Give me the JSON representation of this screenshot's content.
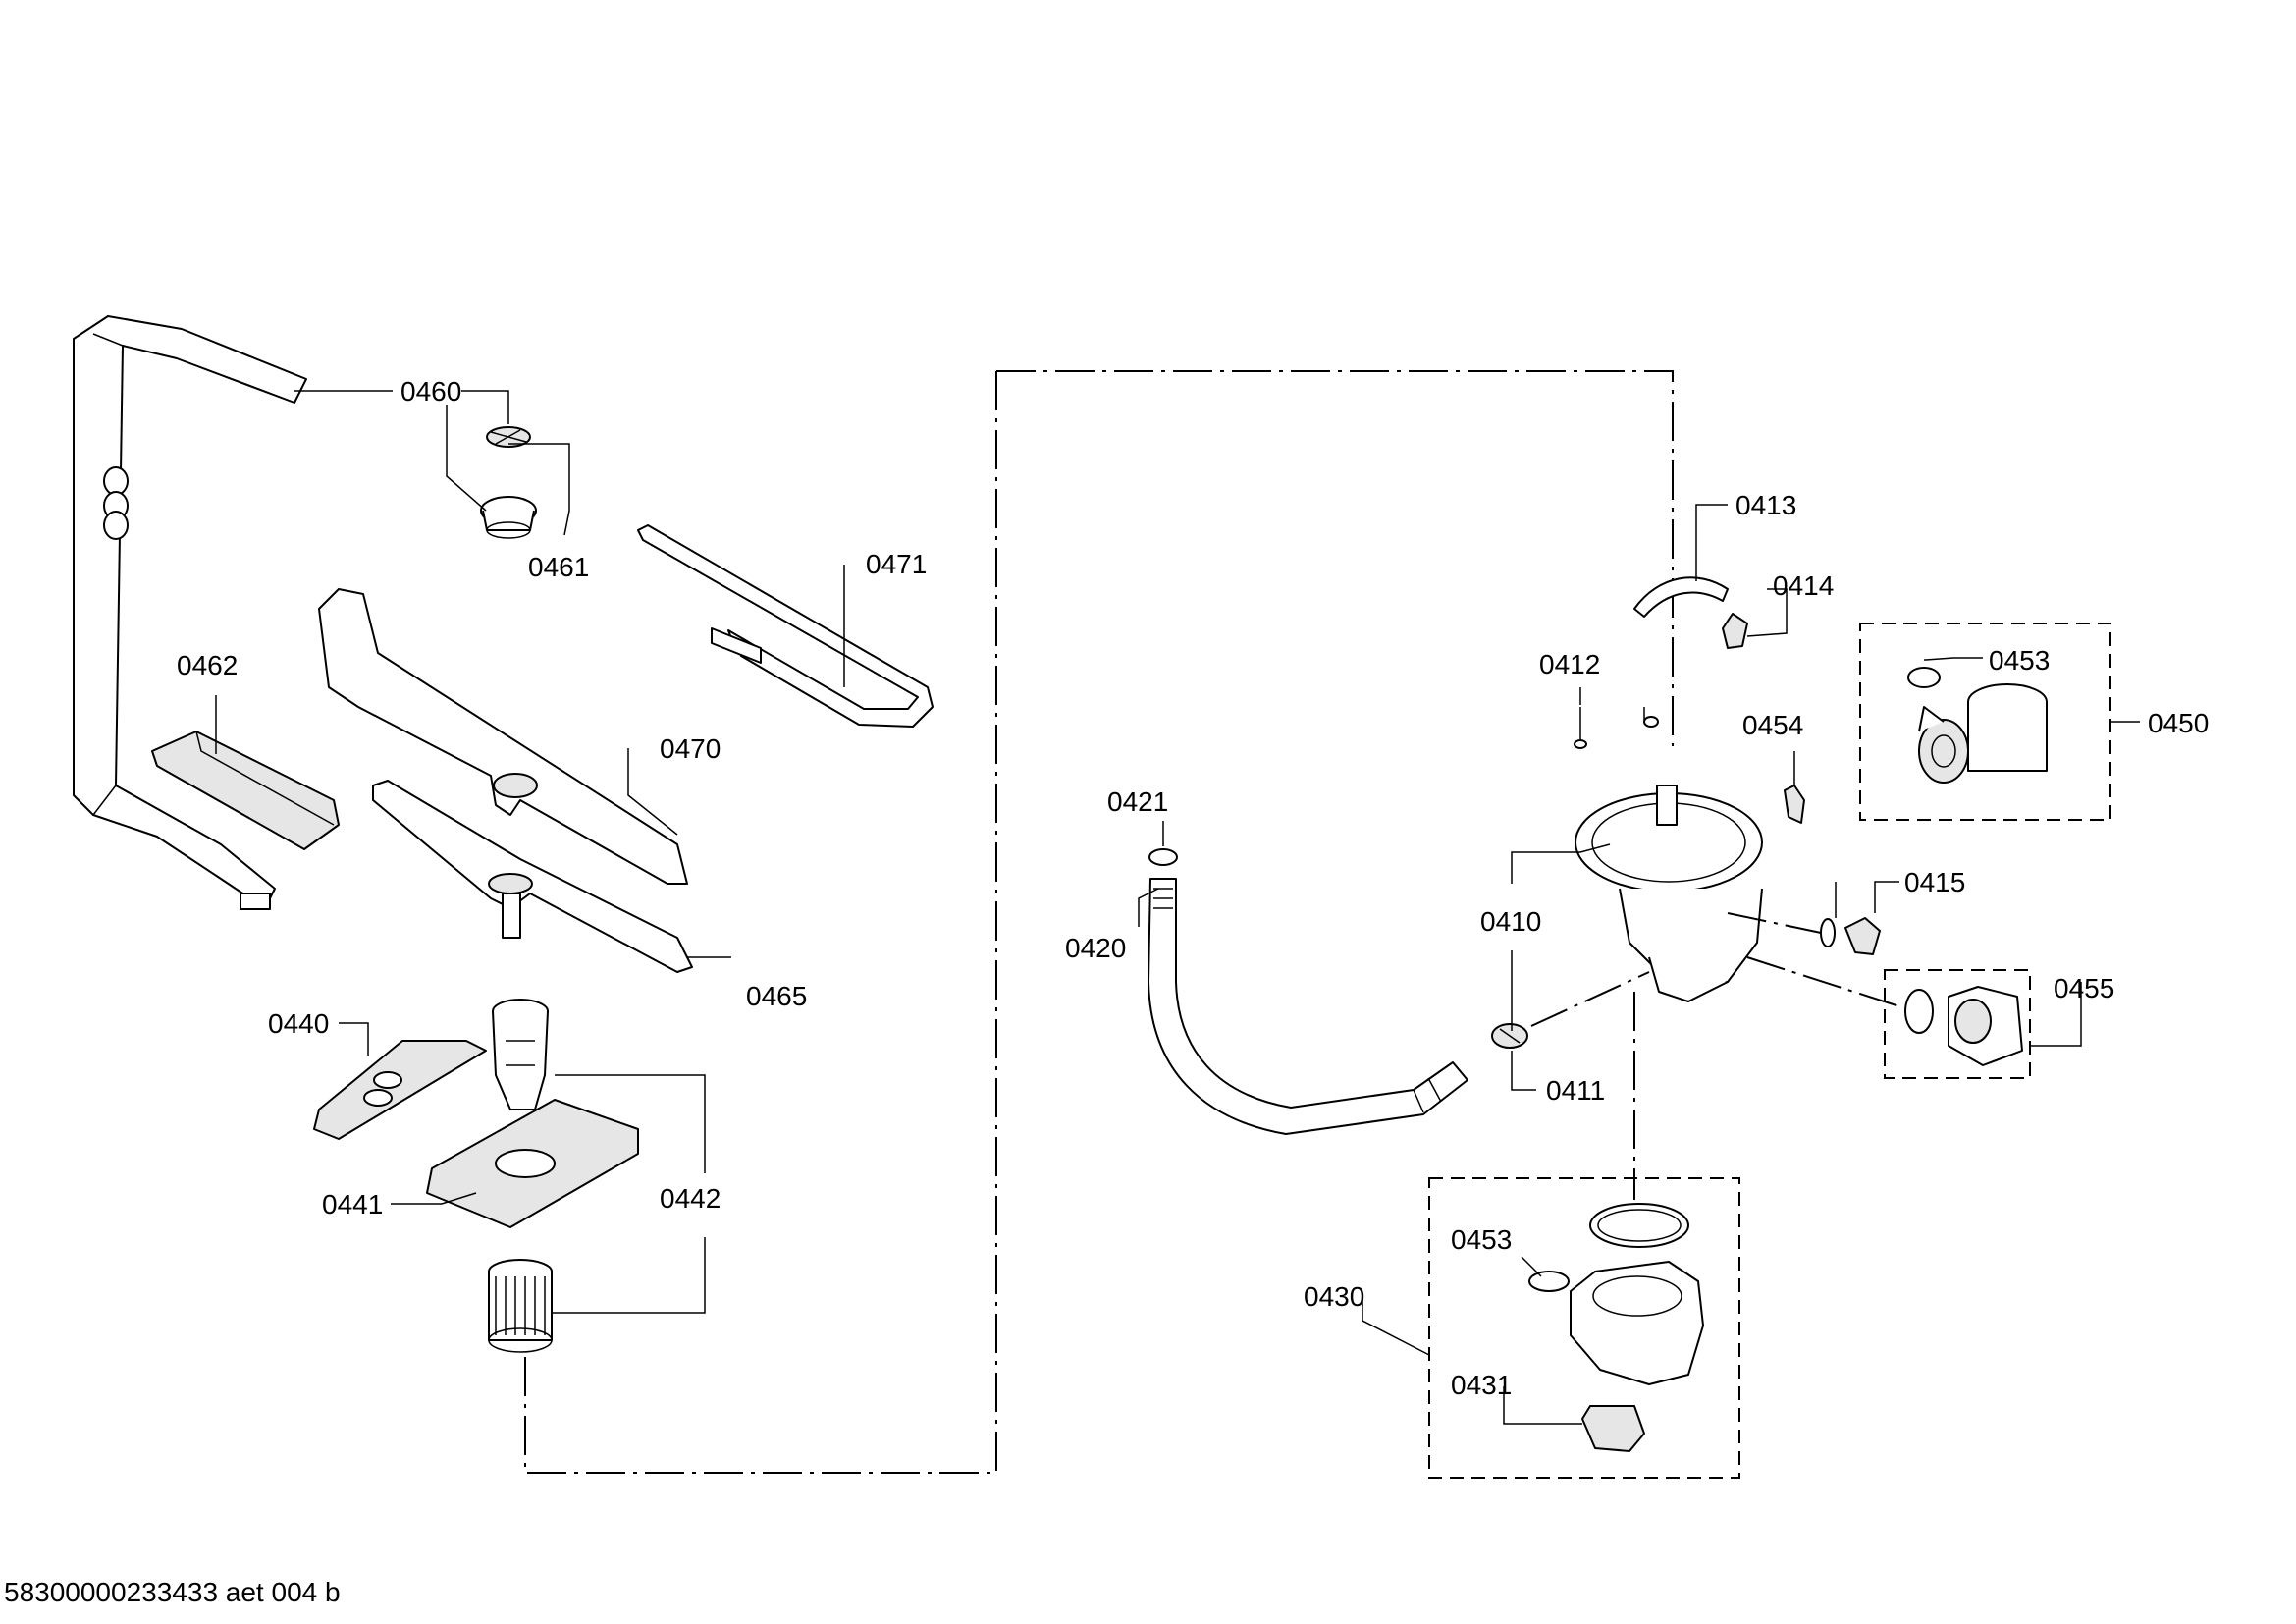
{
  "callouts": {
    "c0460": "0460",
    "c0461": "0461",
    "c0462": "0462",
    "c0470": "0470",
    "c0471": "0471",
    "c0465": "0465",
    "c0440": "0440",
    "c0441": "0441",
    "c0442": "0442",
    "c0421": "0421",
    "c0420": "0420",
    "c0410": "0410",
    "c0411": "0411",
    "c0412": "0412",
    "c0413": "0413",
    "c0414": "0414",
    "c0454": "0454",
    "c0453a": "0453",
    "c0450": "0450",
    "c0415": "0415",
    "c0455": "0455",
    "c0430": "0430",
    "c0453b": "0453",
    "c0431": "0431"
  },
  "footer": {
    "code": "58300000233433 aet 004 b"
  }
}
